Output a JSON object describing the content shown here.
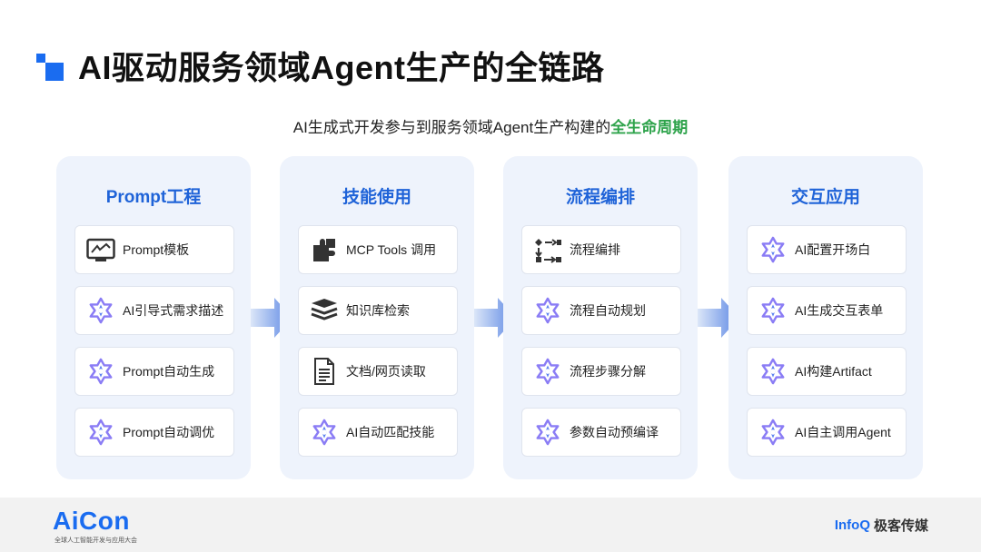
{
  "title": "AI驱动服务领域Agent生产的全链路",
  "subtitle": {
    "prefix": "AI生成式开发参与到服务领域Agent生产构建的",
    "highlight": "全生命周期"
  },
  "columns": [
    {
      "title": "Prompt工程",
      "items": [
        "Prompt模板",
        "AI引导式需求描述",
        "Prompt自动生成",
        "Prompt自动调优"
      ]
    },
    {
      "title": "技能使用",
      "items": [
        "MCP Tools 调用",
        "知识库检索",
        "文档/网页读取",
        "AI自动匹配技能"
      ]
    },
    {
      "title": "流程编排",
      "items": [
        "流程编排",
        "流程自动规划",
        "流程步骤分解",
        "参数自动预编译"
      ]
    },
    {
      "title": "交互应用",
      "items": [
        "AI配置开场白",
        "AI生成交互表单",
        "AI构建Artifact",
        "AI自主调用Agent"
      ]
    }
  ],
  "icons": {
    "col0": [
      "screen-icon",
      "ai-star-icon",
      "ai-star-icon",
      "ai-star-icon"
    ],
    "col1": [
      "puzzle-icon",
      "books-icon",
      "document-icon",
      "ai-star-icon"
    ],
    "col2": [
      "flow-icon",
      "ai-star-icon",
      "ai-star-icon",
      "ai-star-icon"
    ],
    "col3": [
      "ai-star-icon",
      "ai-star-icon",
      "ai-star-icon",
      "ai-star-icon"
    ]
  },
  "colors": {
    "accent": "#1a6cf0",
    "highlight": "#2ea34b",
    "column_bg": "#eef3fc",
    "ai_icon": "#7b6cf0"
  },
  "footer": {
    "left_logo": "AiCon",
    "left_sub": "全球人工智能开发与应用大会",
    "right_logo_a": "InfoQ",
    "right_logo_b": "极客传媒"
  }
}
